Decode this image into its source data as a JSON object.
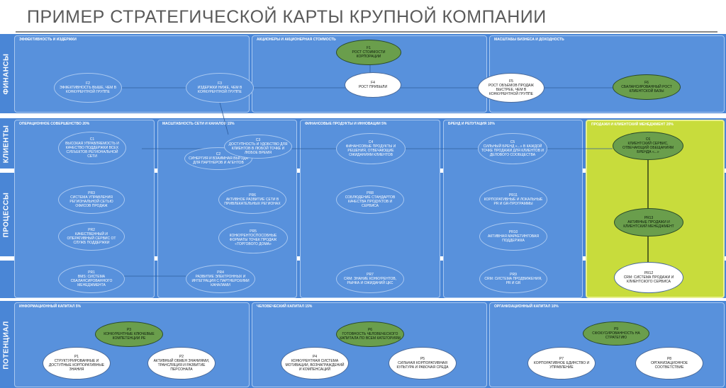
{
  "title": "ПРИМЕР СТРАТЕГИЧЕСКОЙ КАРТЫ КРУПНОЙ КОМПАНИИ",
  "rows": [
    {
      "id": "finance",
      "label": "ФИНАНСЫ"
    },
    {
      "id": "clients",
      "label": "КЛИЕНТЫ"
    },
    {
      "id": "processes",
      "label": "ПРОЦЕССЫ"
    },
    {
      "id": "potential",
      "label": "ПОТЕНЦИАЛ"
    }
  ],
  "panels": [
    {
      "id": "p-eff",
      "label": "ЭФФЕКТИВНОСТЬ И ИЗДЕРЖКИ"
    },
    {
      "id": "p-share",
      "label": "АКЦИОНЕРЫ И АКЦИОНЕРНАЯ СТОИМОСТЬ"
    },
    {
      "id": "p-scale",
      "label": "МАСШТАБЫ БИЗНЕСА И ДОХОДНОСТЬ"
    },
    {
      "id": "p-opex",
      "label": "ОПЕРАЦИОННОЕ СОВЕРШЕНСТВО 20%"
    },
    {
      "id": "p-net",
      "label": "МАСШТАБНОСТЬ СЕТИ И КАНАЛОВ 15%"
    },
    {
      "id": "p-fin",
      "label": "ФИНАНСОВЫЕ ПРОДУКТЫ И ИННОВАЦИИ 5%"
    },
    {
      "id": "p-brand",
      "label": "БРЕНД И РЕПУТАЦИЯ 10%"
    },
    {
      "id": "p-sales",
      "label": "ПРОДАЖИ И КЛИЕНТСКИЙ МЕНЕДЖМЕНТ 20%"
    },
    {
      "id": "p-info",
      "label": "ИНФОРМАЦИОННЫЙ КАПИТАЛ 5%"
    },
    {
      "id": "p-human",
      "label": "ЧЕЛОВЕЧЕСКИЙ КАПИТАЛ 15%"
    },
    {
      "id": "p-org",
      "label": "ОРГАНИЗАЦИОННЫЙ КАПИТАЛ 10%"
    }
  ],
  "nodes": [
    {
      "id": "F1",
      "style": "green",
      "code": "F1",
      "text": "РОСТ СТОИМОСТИ КОРПОРАЦИИ"
    },
    {
      "id": "F2",
      "style": "blue",
      "code": "F2",
      "text": "ЭФФЕКТИВНОСТЬ ВЫШЕ, ЧЕМ В КОНКУРЕНТНОЙ ГРУППЕ"
    },
    {
      "id": "F3",
      "style": "blue",
      "code": "F3",
      "text": "ИЗДЕРЖКИ НИЖЕ, ЧЕМ В КОНКУРЕНТНОЙ ГРУППЕ"
    },
    {
      "id": "F4",
      "style": "white",
      "code": "F4",
      "text": "РОСТ ПРИБЫЛИ"
    },
    {
      "id": "F5",
      "style": "white",
      "code": "F5",
      "text": "РОСТ ОБЪЕМОВ ПРОДАЖ БЫСТРЕЕ, ЧЕМ В КОНКУРЕНТНОЙ ГРУППЕ"
    },
    {
      "id": "F6",
      "style": "green",
      "code": "F6",
      "text": "СБАЛАНСИРОВАННЫЙ РОСТ КЛИЕНТСКОЙ БАЗЫ"
    },
    {
      "id": "C1",
      "style": "blue",
      "code": "C1",
      "text": "ВЫСОКАЯ УПРАВЛЯЕМОСТЬ И КАЧЕСТВО ПОДДЕРЖКИ ВСЕХ СУБЪЕКТОВ РЕГИОНАЛЬНОЙ СЕТИ"
    },
    {
      "id": "C2",
      "style": "blue",
      "code": "C2",
      "text": "СИНЕРГИЯ И ВЗАИМНАЯ ВЫГОДА ДЛЯ ПАРТНЕРОВ И АГЕНТОВ"
    },
    {
      "id": "C3",
      "style": "blue",
      "code": "C3",
      "text": "ДОСТУПНОСТЬ И УДОБСТВО ДЛЯ КЛИЕНТОВ В ЛЮБОЙ ТОЧКЕ И ЛЮБОЕ ВРЕМЯ"
    },
    {
      "id": "C4",
      "style": "blue",
      "code": "C4",
      "text": "ФИНАНСОВЫЕ ПРОДУКТЫ И РЕШЕНИЯ, ОТВЕЧАЮЩИЕ ОЖИДАНИЯМ КЛИЕНТОВ"
    },
    {
      "id": "C5",
      "style": "blue",
      "code": "C5",
      "text": "СИЛЬНЫЙ БРЕНД «...» В КАЖДОЙ ТОЧКЕ ПРОДАЖИ ДЛЯ КЛИЕНТОВ И ДЕЛОВОГО СООБЩЕСТВА"
    },
    {
      "id": "C6",
      "style": "green",
      "code": "C6",
      "text": "КЛИЕНТСКИЙ СЕРВИС, ОТВЕЧАЮЩИЙ ОБЕЩАНИЯМ БРЕНДА «...»"
    },
    {
      "id": "PR3",
      "style": "blue",
      "code": "PR3",
      "text": "СИСТЕМА УПРАВЛЕНИЯ РЕГИОНАЛЬНОЙ СЕТЬЮ ОФИСОВ ПРОДАЖ"
    },
    {
      "id": "PR2",
      "style": "blue",
      "code": "PR2",
      "text": "КАЧЕСТВЕННЫЙ И ОПЕРАТИВНЫЙ СЕРВИС ОТ СЛУЖБ ПОДДЕРЖКИ"
    },
    {
      "id": "PR1",
      "style": "blue",
      "code": "PR1",
      "text": "BMS: СИСТЕМА СБАЛАНСИРОВАННОГО МЕНЕДЖМЕНТА"
    },
    {
      "id": "PR6",
      "style": "blue",
      "code": "PR6",
      "text": "АКТИВНОЕ РАЗВИТИЕ СЕТИ В ПРИВЛЕКАТЕЛЬНЫХ РЕГИОНАХ"
    },
    {
      "id": "PR5",
      "style": "blue",
      "code": "PR5",
      "text": "КОНКУРЕНТОСПОСОБНЫЕ ФОРМАТЫ ТОЧЕК ПРОДАЖ «ТОРГОВОГО ДОМА»"
    },
    {
      "id": "PR4",
      "style": "blue",
      "code": "PR4",
      "text": "РАЗВИТИЕ ЭЛЕКТРОННЫХ И ИНТЕГРАЦИЯ С ПАРТНЕРСКИМИ КАНАЛАМИ"
    },
    {
      "id": "PR8",
      "style": "blue",
      "code": "PR8",
      "text": "СОБЛЮДЕНИЕ СТАНДАРТОВ КАЧЕСТВА ПРОДУКТОВ И СЕРВИСА"
    },
    {
      "id": "PR7",
      "style": "blue",
      "code": "PR7",
      "text": "CRM: ЗНАНИЕ КОНКУРЕНТОВ, РЫНКА И ОЖИДАНИЙ ЦКС"
    },
    {
      "id": "PR11",
      "style": "blue",
      "code": "PR11",
      "text": "КОРПОРАТИВНЫЕ И ЛОКАЛЬНЫЕ PR И GR-ПРОГРАММЫ"
    },
    {
      "id": "PR10",
      "style": "blue",
      "code": "PR10",
      "text": "АКТИВНАЯ МАРКЕТИНГОВАЯ ПОДДЕРЖКА"
    },
    {
      "id": "PR9",
      "style": "blue",
      "code": "PR9",
      "text": "CRM: СИСТЕМА ПРОДВИЖЕНИЯ, PR И GR"
    },
    {
      "id": "PR13",
      "style": "green",
      "code": "PR13",
      "text": "АКТИВНЫЕ ПРОДАЖИ И КЛИЕНТСКИЙ МЕНЕДЖМЕНТ"
    },
    {
      "id": "PR12",
      "style": "white",
      "code": "PR12",
      "text": "CRM: СИСТЕМА ПРОДАЖИ И КЛИЕНТСКОГО СЕРВИСА"
    },
    {
      "id": "P3",
      "style": "green",
      "code": "P3",
      "text": "КОНКУРЕНТНЫЕ КЛЮЧЕВЫЕ КОМПЕТЕНЦИИ РЕ"
    },
    {
      "id": "P1",
      "style": "white",
      "code": "P1",
      "text": "СТРУКТУРИРОВАННЫЕ И ДОСТУПНЫЕ КОРПОРАТИВНЫЕ ЗНАНИЯ"
    },
    {
      "id": "P2",
      "style": "white",
      "code": "P2",
      "text": "АКТИВНЫЙ ОБМЕН ЗНАНИЯМИ, ТРАНСЛЯЦИЯ И РАЗВИТИЕ ПЕРСОНАЛА"
    },
    {
      "id": "P6",
      "style": "green",
      "code": "P6",
      "text": "ГОТОВНОСТЬ ЧЕЛОВЕЧЕСКОГО КАПИТАЛА ПО ВСЕМ КАТЕГОРИЯМ"
    },
    {
      "id": "P4",
      "style": "white",
      "code": "P4",
      "text": "КОНКУРЕНТНАЯ СИСТЕМА МОТИВАЦИИ, ВОЗНАГРАЖДЕНИЙ И КОМПЕНСАЦИЙ"
    },
    {
      "id": "P5",
      "style": "white",
      "code": "P5",
      "text": "СИЛЬНАЯ КОРПОРАТИВНАЯ КУЛЬТУРА И РАБОЧАЯ СРЕДА"
    },
    {
      "id": "P9",
      "style": "green",
      "code": "P9",
      "text": "СФОКУСИРОВАННОСТЬ НА СТРАТЕГИЮ"
    },
    {
      "id": "P7",
      "style": "white",
      "code": "P7",
      "text": "КОРПОРАТИВНОЕ ЕДИНСТВО И УПРАВЛЕНИЕ"
    },
    {
      "id": "P8",
      "style": "white",
      "code": "P8",
      "text": "ОРГАНИЗАЦИОННОЕ СООТВЕТСТВИЕ"
    }
  ]
}
